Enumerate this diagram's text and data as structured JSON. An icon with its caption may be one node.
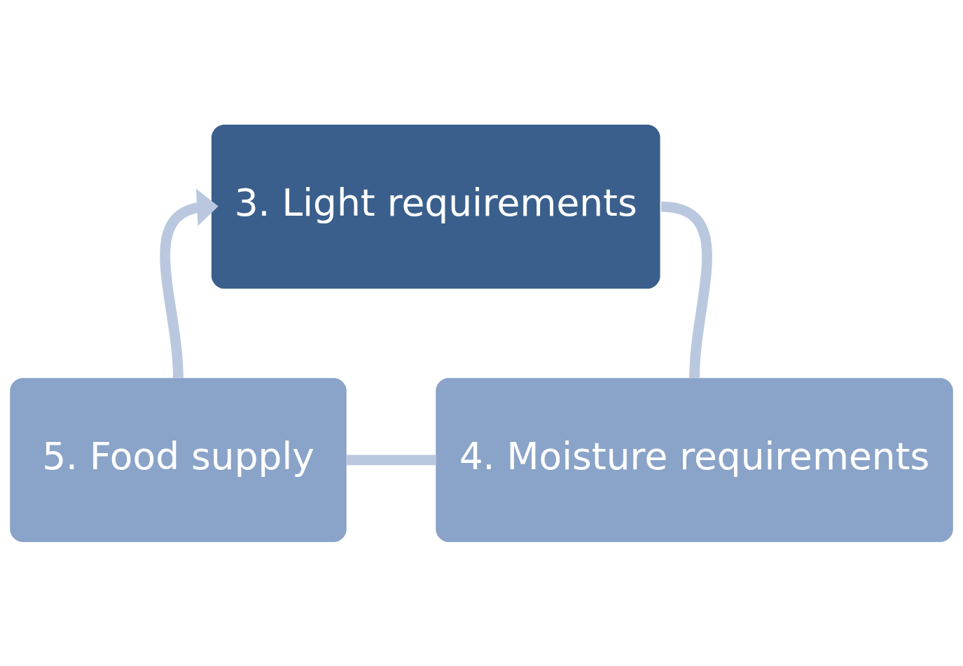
{
  "diagram": {
    "nodes": [
      {
        "text": [
          "3. Light requirements"
        ]
      },
      {
        "text": [
          "4. Moisture requirements"
        ]
      },
      {
        "text": [
          "5. Food supply"
        ]
      }
    ],
    "edges": [
      {
        "from": 0,
        "to": 1,
        "arrow": "none"
      },
      {
        "from": 1,
        "to": 2,
        "arrow": "none"
      },
      {
        "from": 2,
        "to": 0,
        "arrow": "to"
      }
    ]
  }
}
